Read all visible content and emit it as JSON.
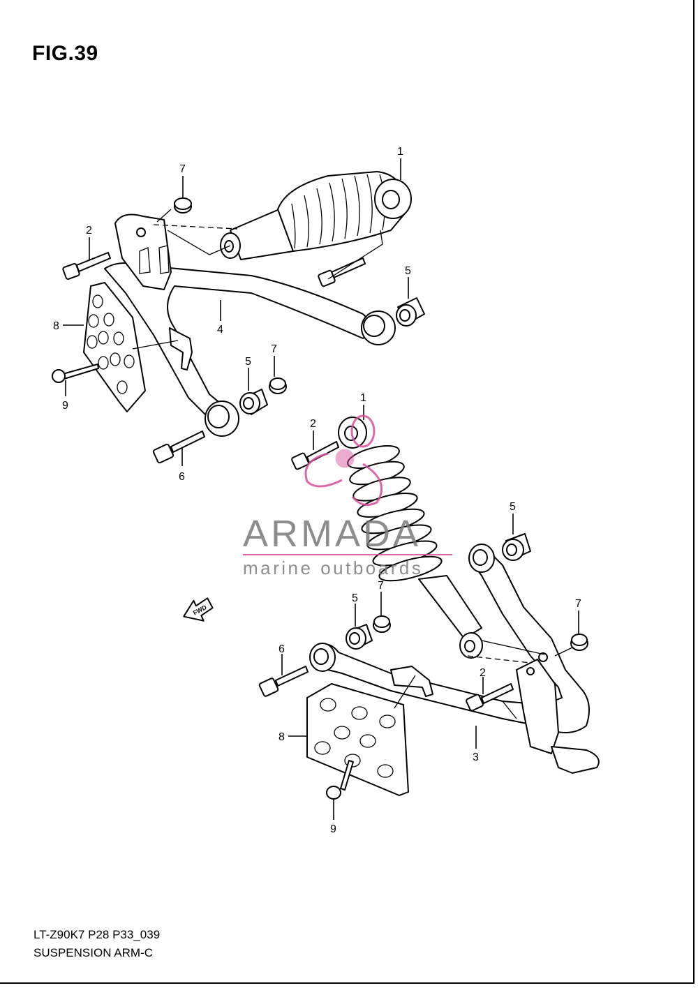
{
  "figure": {
    "title": "FIG.39"
  },
  "footer": {
    "model_code": "LT-Z90K7 P28 P33_039",
    "section_name": "SUSPENSION ARM-C"
  },
  "fwd_label": "FWD",
  "watermark": {
    "brand": "ARMADA",
    "tagline": "marine outboards",
    "accent_color": "#d94d9a"
  },
  "callouts": {
    "upper": [
      {
        "label": "1"
      },
      {
        "label": "2"
      },
      {
        "label": "7"
      },
      {
        "label": "5"
      },
      {
        "label": "4"
      },
      {
        "label": "8"
      },
      {
        "label": "7"
      },
      {
        "label": "5"
      },
      {
        "label": "9"
      },
      {
        "label": "6"
      }
    ],
    "lower": [
      {
        "label": "1"
      },
      {
        "label": "2"
      },
      {
        "label": "5"
      },
      {
        "label": "7"
      },
      {
        "label": "5"
      },
      {
        "label": "7"
      },
      {
        "label": "6"
      },
      {
        "label": "2"
      },
      {
        "label": "8"
      },
      {
        "label": "3"
      },
      {
        "label": "9"
      }
    ]
  }
}
